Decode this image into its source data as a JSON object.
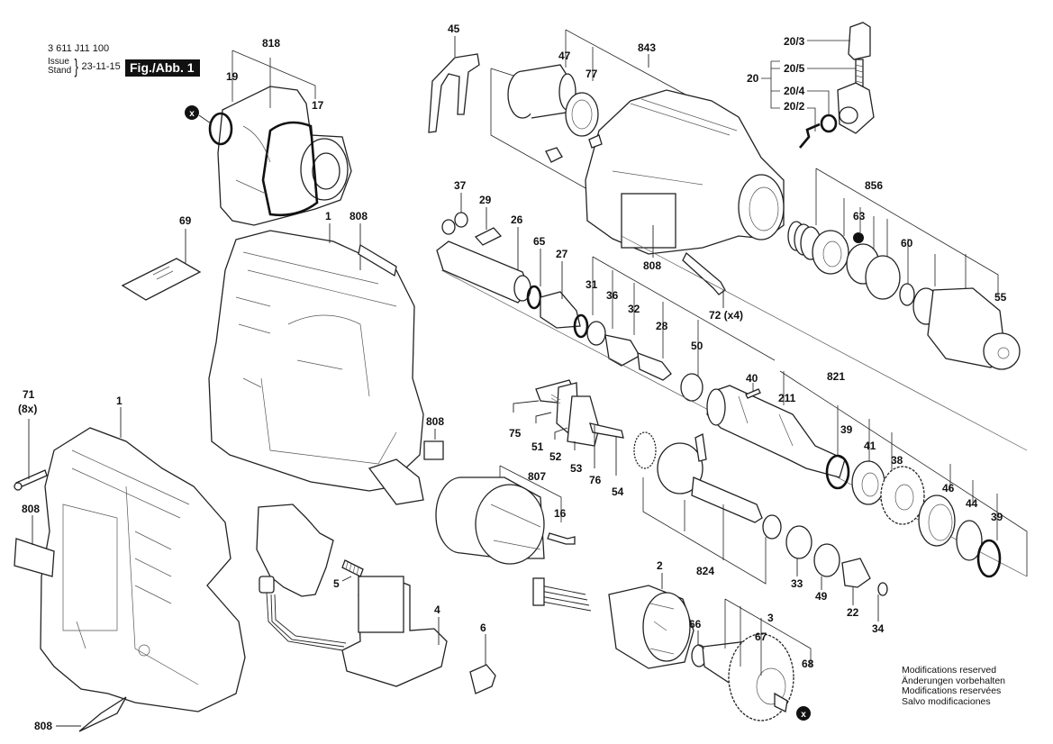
{
  "header": {
    "doc_number": "3 611 J11 100",
    "issue_label": "Issue",
    "stand_label": "Stand",
    "issue_date": "23-11-15",
    "figure_badge": "Fig./Abb. 1"
  },
  "footer": {
    "modifications": [
      "Modifications reserved",
      "Änderungen vorbehalten",
      "Modifications reservées",
      "Salvo modificaciones"
    ]
  },
  "markers": {
    "x_marker": "x"
  },
  "part_labels": {
    "p818": "818",
    "p19": "19",
    "p17": "17",
    "p69": "69",
    "p1_upper": "1",
    "p808_upper": "808",
    "p45": "45",
    "p47": "47",
    "p77": "77",
    "p843": "843",
    "p20": "20",
    "p20_3": "20/3",
    "p20_5": "20/5",
    "p20_4": "20/4",
    "p20_2": "20/2",
    "p37": "37",
    "p29": "29",
    "p26": "26",
    "p65": "65",
    "p27": "27",
    "p31": "31",
    "p36": "36",
    "p32": "32",
    "p28": "28",
    "p50": "50",
    "p808_mid": "808",
    "p72": "72 (x4)",
    "p856": "856",
    "p63": "63",
    "p60": "60",
    "p55": "55",
    "p40": "40",
    "p211": "211",
    "p821": "821",
    "p39_a": "39",
    "p41": "41",
    "p38": "38",
    "p46": "46",
    "p44": "44",
    "p39_b": "39",
    "p75": "75",
    "p51": "51",
    "p52": "52",
    "p53": "53",
    "p76": "76",
    "p54": "54",
    "p808_right": "808",
    "p807": "807",
    "p16": "16",
    "p824": "824",
    "p33": "33",
    "p49": "49",
    "p22": "22",
    "p34": "34",
    "p2": "2",
    "p66": "66",
    "p3": "3",
    "p67": "67",
    "p68": "68",
    "p71": "71",
    "p71_qty": "(8x)",
    "p1_lower": "1",
    "p808_left": "808",
    "p5": "5",
    "p4": "4",
    "p6": "6",
    "p808_bottom": "808"
  }
}
